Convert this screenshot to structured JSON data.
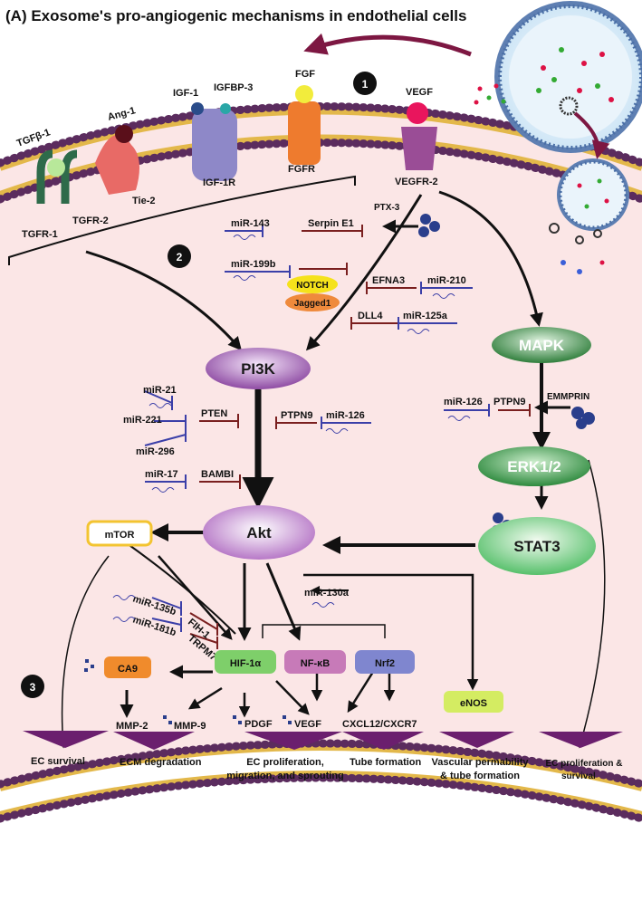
{
  "title": "(A) Exosome's pro-angiogenic mechanisms in endothelial cells",
  "steps": [
    "1",
    "2",
    "3"
  ],
  "ligands": {
    "tgfb1": "TGFβ-1",
    "ang1": "Ang-1",
    "igf1": "IGF-1",
    "igfbp3": "IGFBP-3",
    "fgf": "FGF",
    "vegf": "VEGF"
  },
  "receptors": {
    "tgfr1": "TGFR-1",
    "tgfr2": "TGFR-2",
    "tie2": "Tie-2",
    "igf1r": "IGF-1R",
    "fgfr": "FGFR",
    "vegfr2": "VEGFR-2"
  },
  "regulators": {
    "ptx3": "PTX-3",
    "mir143": "miR-143",
    "serpine1": "Serpin E1",
    "mir199b": "miR-199b",
    "notch": "NOTCH",
    "jagged1": "Jagged1",
    "efna3": "EFNA3",
    "mir210": "miR-210",
    "dll4": "DLL4",
    "mir125a": "miR-125a",
    "mir21": "miR-21",
    "mir221": "miR-221",
    "mir296": "miR-296",
    "pten": "PTEN",
    "ptpn9_a": "PTPN9",
    "mir126_a": "miR-126",
    "mir17": "miR-17",
    "bambi": "BAMBI",
    "mir126_b": "miR-126",
    "ptpn9_b": "PTPN9",
    "emmprin": "EMMPRIN",
    "mir130a": "miR-130a",
    "mir135b": "miR-135b",
    "mir181b": "miR-181b",
    "fih1": "FIH-1",
    "trpm7": "TRPM7"
  },
  "nodes": {
    "pi3k": "PI3K",
    "akt": "Akt",
    "mapk": "MAPK",
    "erk": "ERK1/2",
    "stat3": "STAT3",
    "mtor": "mTOR",
    "ca9": "CA9",
    "hif1a": "HIF-1α",
    "nfkb": "NF-κB",
    "nrf2": "Nrf2",
    "enos": "eNOS"
  },
  "products": {
    "mmp2": "MMP-2",
    "mmp9": "MMP-9",
    "pdgf": "PDGF",
    "vegf": "VEGF",
    "cxcl12": "CXCL12/CXCR7"
  },
  "outcomes": {
    "ec_survival": "EC survival",
    "ecm": "ECM degradation",
    "prolif1": "EC proliferation,",
    "prolif2": "migration, and sprouting",
    "tube": "Tube formation",
    "vasc1": "Vascular permability",
    "vasc2": "& tube formation",
    "ecps1": "EC proliferation &",
    "ecps2": "survival"
  },
  "colors": {
    "cytoplasm": "#fbe6e6",
    "membrane": "#5b2c5e",
    "pi3k": "#9f5ab0",
    "mapk": "#2f7e3b",
    "mtor": "#f3c431",
    "ca9": "#f08b2c",
    "hif": "#7ecf6a",
    "nfkb": "#c77ab8",
    "nrf2": "#7f86cf",
    "enos": "#d4ec62",
    "inhibit": "#7a1f1f",
    "mirna": "#3b3fa8",
    "outcome": "#6b1f6e"
  }
}
